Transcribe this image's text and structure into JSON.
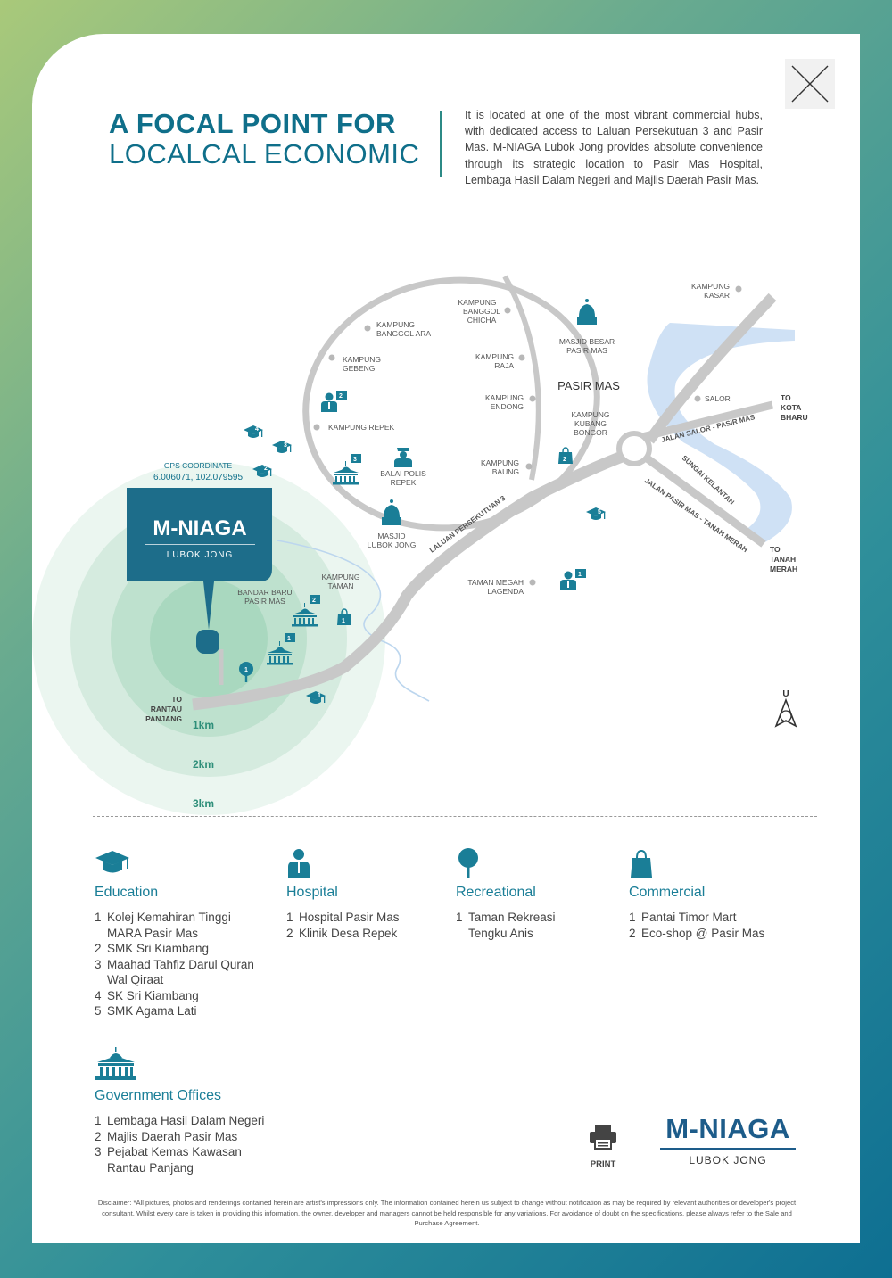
{
  "header": {
    "title_line1": "A FOCAL POINT FOR",
    "title_line2": "LOCALCAL ECONOMIC",
    "intro": "It is located at one of the most vibrant commercial hubs, with dedicated access to Laluan Persekutuan 3 and Pasir Mas. M-NIAGA Lubok Jong provides absolute convenience through its strategic location to Pasir Mas Hospital, Lembaga Hasil Dalam Negeri and Majlis Daerah Pasir Mas."
  },
  "map": {
    "gps_label": "GPS COORDINATE",
    "gps_value": "6.006071, 102.079595",
    "logo_name": "M-NIAGA",
    "logo_sub": "LUBOK JONG",
    "radius_labels": [
      "1km",
      "2km",
      "3km"
    ],
    "town": "PASIR MAS",
    "compass_letter": "U",
    "places": {
      "kasar": [
        "KAMPUNG",
        "KASAR"
      ],
      "chicha": [
        "KAMPUNG",
        "BANGGOL",
        "CHICHA"
      ],
      "banggol_ara": [
        "KAMPUNG",
        "BANGGOL ARA"
      ],
      "gebeng": [
        "KAMPUNG",
        "GEBENG"
      ],
      "raja": [
        "KAMPUNG",
        "RAJA"
      ],
      "endong": [
        "KAMPUNG",
        "ENDONG"
      ],
      "repek": "KAMPUNG REPEK",
      "bongor": [
        "KAMPUNG",
        "KUBANG",
        "BONGOR"
      ],
      "baung": [
        "KAMPUNG",
        "BAUNG"
      ],
      "salor": "SALOR",
      "masjid_besar": [
        "MASJID BESAR",
        "PASIR MAS"
      ],
      "balai_polis": [
        "BALAI POLIS",
        "REPEK"
      ],
      "masjid_lj": [
        "MASJID",
        "LUBOK JONG"
      ],
      "taman": [
        "KAMPUNG",
        "TAMAN"
      ],
      "bandar_baru": [
        "BANDAR BARU",
        "PASIR MAS"
      ],
      "megah": [
        "TAMAN MEGAH",
        "LAGENDA"
      ],
      "to_kota_bharu": [
        "TO",
        "KOTA",
        "BHARU"
      ],
      "to_tanah_merah": [
        "TO",
        "TANAH",
        "MERAH"
      ],
      "to_rantau": [
        "TO",
        "RANTAU",
        "PANJANG"
      ]
    },
    "roads": {
      "laluan": "LALUAN PERSEKUTUAN 3",
      "salor": "JALAN SALOR - PASIR MAS",
      "sungai": "SUNGAI KELANTAN",
      "tanah_merah": "JALAN PASIR MAS - TANAH MERAH"
    },
    "markers": {
      "edu": [
        "1",
        "2",
        "3",
        "4",
        "5"
      ],
      "hosp": [
        "1",
        "2"
      ],
      "gov": [
        "1",
        "2",
        "3"
      ],
      "rec": [
        "1"
      ],
      "com": [
        "1",
        "2"
      ]
    }
  },
  "legend": {
    "education": {
      "title": "Education",
      "items": [
        {
          "n": "1",
          "lines": [
            "Kolej Kemahiran Tinggi",
            "MARA Pasir Mas"
          ]
        },
        {
          "n": "2",
          "lines": [
            "SMK Sri Kiambang"
          ]
        },
        {
          "n": "3",
          "lines": [
            "Maahad Tahfiz Darul Quran",
            "Wal Qiraat"
          ]
        },
        {
          "n": "4",
          "lines": [
            "SK Sri Kiambang"
          ]
        },
        {
          "n": "5",
          "lines": [
            "SMK Agama Lati"
          ]
        }
      ]
    },
    "hospital": {
      "title": "Hospital",
      "items": [
        {
          "n": "1",
          "lines": [
            "Hospital Pasir Mas"
          ]
        },
        {
          "n": "2",
          "lines": [
            "Klinik Desa Repek"
          ]
        }
      ]
    },
    "recreational": {
      "title": "Recreational",
      "items": [
        {
          "n": "1",
          "lines": [
            "Taman Rekreasi",
            "Tengku Anis"
          ]
        }
      ]
    },
    "commercial": {
      "title": "Commercial",
      "items": [
        {
          "n": "1",
          "lines": [
            "Pantai Timor Mart"
          ]
        },
        {
          "n": "2",
          "lines": [
            "Eco-shop @ Pasir Mas"
          ]
        }
      ]
    },
    "government": {
      "title": "Government Offices",
      "items": [
        {
          "n": "1",
          "lines": [
            "Lembaga Hasil Dalam Negeri"
          ]
        },
        {
          "n": "2",
          "lines": [
            "Majlis Daerah Pasir Mas"
          ]
        },
        {
          "n": "3",
          "lines": [
            "Pejabat Kemas Kawasan",
            "Rantau Panjang"
          ]
        }
      ]
    }
  },
  "footer": {
    "print_label": "PRINT",
    "logo_name": "M-NIAGA",
    "logo_sub": "LUBOK JONG",
    "disclaimer": "Disclaimer: *All pictures, photos and renderings contained herein are artist's impressions only. The information contained herein us subject to change without notification as may be required by relevant authorities or developer's project consultant. Whilst every care is taken in providing this information, the owner, developer and managers cannot be held responsible for any variations. For avoidance of doubt on the specifications, please always refer to the Sale and Purchase Agreement."
  },
  "colors": {
    "primary": "#0f6f8a",
    "icon": "#1a7e97",
    "road": "#c8c8c8",
    "river": "#cfe1f5",
    "ring": "#7cc29a"
  }
}
